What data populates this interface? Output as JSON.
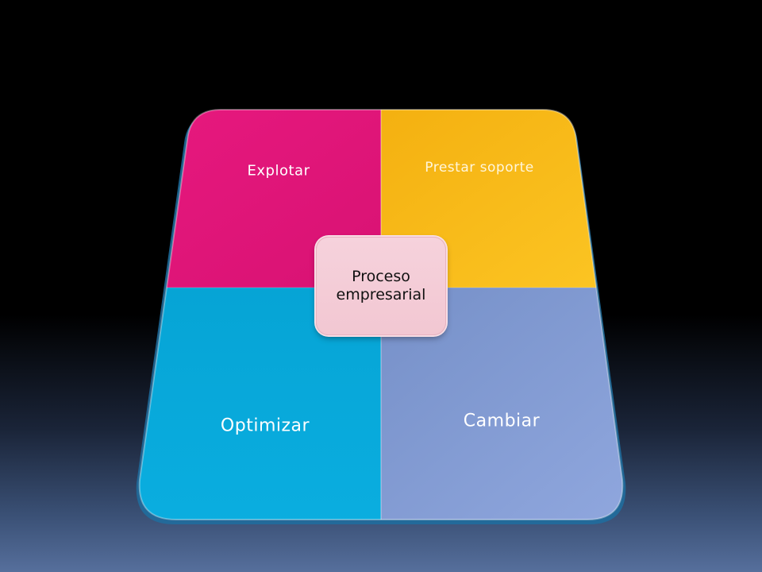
{
  "diagram": {
    "center": {
      "label": "Proceso\nempresarial",
      "color": "#f3c9d4"
    },
    "quadrants": [
      {
        "id": "top-left",
        "label": "Explotar",
        "color": "#e0147a"
      },
      {
        "id": "top-right",
        "label": "Prestar soporte",
        "color": "#f9b81a"
      },
      {
        "id": "bottom-left",
        "label": "Optimizar",
        "color": "#08a8d8"
      },
      {
        "id": "bottom-right",
        "label": "Cambiar",
        "color": "#7f98cf"
      }
    ]
  }
}
